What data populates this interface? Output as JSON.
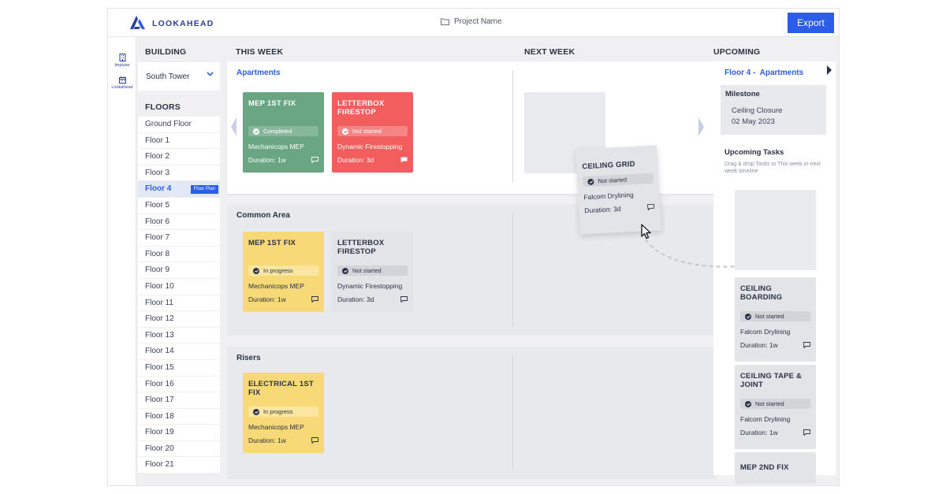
{
  "header": {
    "logo_text": "LOOKAHEAD",
    "project_name": "Project Name",
    "export_label": "Export"
  },
  "rail": [
    {
      "label": "Impluse",
      "icon": "building-icon"
    },
    {
      "label": "Lookahead",
      "icon": "calendar-icon"
    }
  ],
  "columns": {
    "building": "BUILDING",
    "this_week": "THIS WEEK",
    "next_week": "NEXT WEEK",
    "upcoming": "UPCOMING"
  },
  "building_select": {
    "value": "South Tower"
  },
  "floors_title": "FLOORS",
  "floors": [
    "Ground Floor",
    "Floor 1",
    "Floor 2",
    "Floor 3",
    "Floor 4",
    "Floor 5",
    "Floor 6",
    "Floor 7",
    "Floor 8",
    "Floor 9",
    "Floor 10",
    "Floor 11",
    "Floor 12",
    "Floor 13",
    "Floor 14",
    "Floor 15",
    "Floor 16",
    "Floor 17",
    "Floor 18",
    "Floor 19",
    "Floor 20",
    "Floor 21"
  ],
  "active_floor_badge": "Floor Plan",
  "sections": {
    "apartments": "Apartments",
    "common_area": "Common Area",
    "risers": "Risers"
  },
  "cards": {
    "apt_mep": {
      "title": "MEP 1ST FIX",
      "status": "Completed",
      "company": "Mechanicops MEP",
      "duration": "Duration: 1w"
    },
    "apt_letterbox": {
      "title": "LETTERBOX FIRESTOP",
      "status": "Not started",
      "company": "Dynamic Firestopping",
      "duration": "Duration: 3d"
    },
    "ca_mep": {
      "title": "MEP 1ST FIX",
      "status": "In progress",
      "company": "Mechanicops MEP",
      "duration": "Duration: 1w"
    },
    "ca_letterbox": {
      "title": "LETTERBOX FIRESTOP",
      "status": "Not started",
      "company": "Dynamic Firestopping",
      "duration": "Duration: 3d"
    },
    "ris_electrical": {
      "title": "ELECTRICAL 1ST FIX",
      "status": "In progress",
      "company": "Mechanicops MEP",
      "duration": "Duration: 1w"
    },
    "drag_ceiling_grid": {
      "title": "CEILING GRID",
      "status": "Not started",
      "company": "Falcom Drylining",
      "duration": "Duration: 3d"
    }
  },
  "upcoming": {
    "title_floor": "Floor 4 -",
    "title_area": "Apartments",
    "milestone_label": "Milestone",
    "milestone_name": "Ceiling Closure",
    "milestone_date": "02 May 2023",
    "tasks_title": "Upcoming Tasks",
    "tasks_hint": "Drag & drop Tasks to This week or next week timeline",
    "tasks": [
      {
        "title": "CEILING BOARDING",
        "status": "Not started",
        "company": "Falcom Drylining",
        "duration": "Duration: 1w"
      },
      {
        "title": "CEILING TAPE & JOINT",
        "status": "Not started",
        "company": "Falcom Drylining",
        "duration": "Duration: 1w"
      },
      {
        "title": "MEP 2ND FIX"
      }
    ]
  },
  "colors": {
    "accent": "#2b5de8",
    "completed": "#6aa584",
    "not_started_red": "#f25e5e",
    "in_progress": "#f7d977",
    "not_started_gray": "#e3e4e8"
  }
}
